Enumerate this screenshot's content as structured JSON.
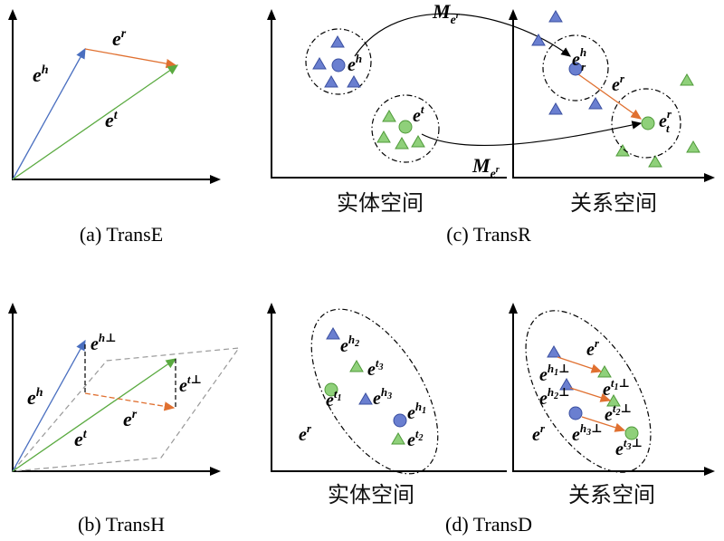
{
  "captions": {
    "a": "(a) TransE",
    "b": "(b) TransH",
    "c": "(c) TransR",
    "d": "(d) TransD"
  },
  "space_labels": {
    "entity": "实体空间",
    "relation": "关系空间"
  },
  "symbols": {
    "e": "e",
    "M": "M",
    "h": "h",
    "r": "r",
    "t": "t",
    "hperp": "h⊥",
    "tperp": "t⊥",
    "h1": "h",
    "h2": "h",
    "h3": "h",
    "t1": "t",
    "t2": "t",
    "t3": "t",
    "sub1": "1",
    "sub2": "2",
    "sub3": "3",
    "perp": "⊥"
  },
  "colors": {
    "head": "#4a6fc0",
    "relation": "#e07030",
    "tail": "#5aaa40",
    "plane": "#999999"
  }
}
